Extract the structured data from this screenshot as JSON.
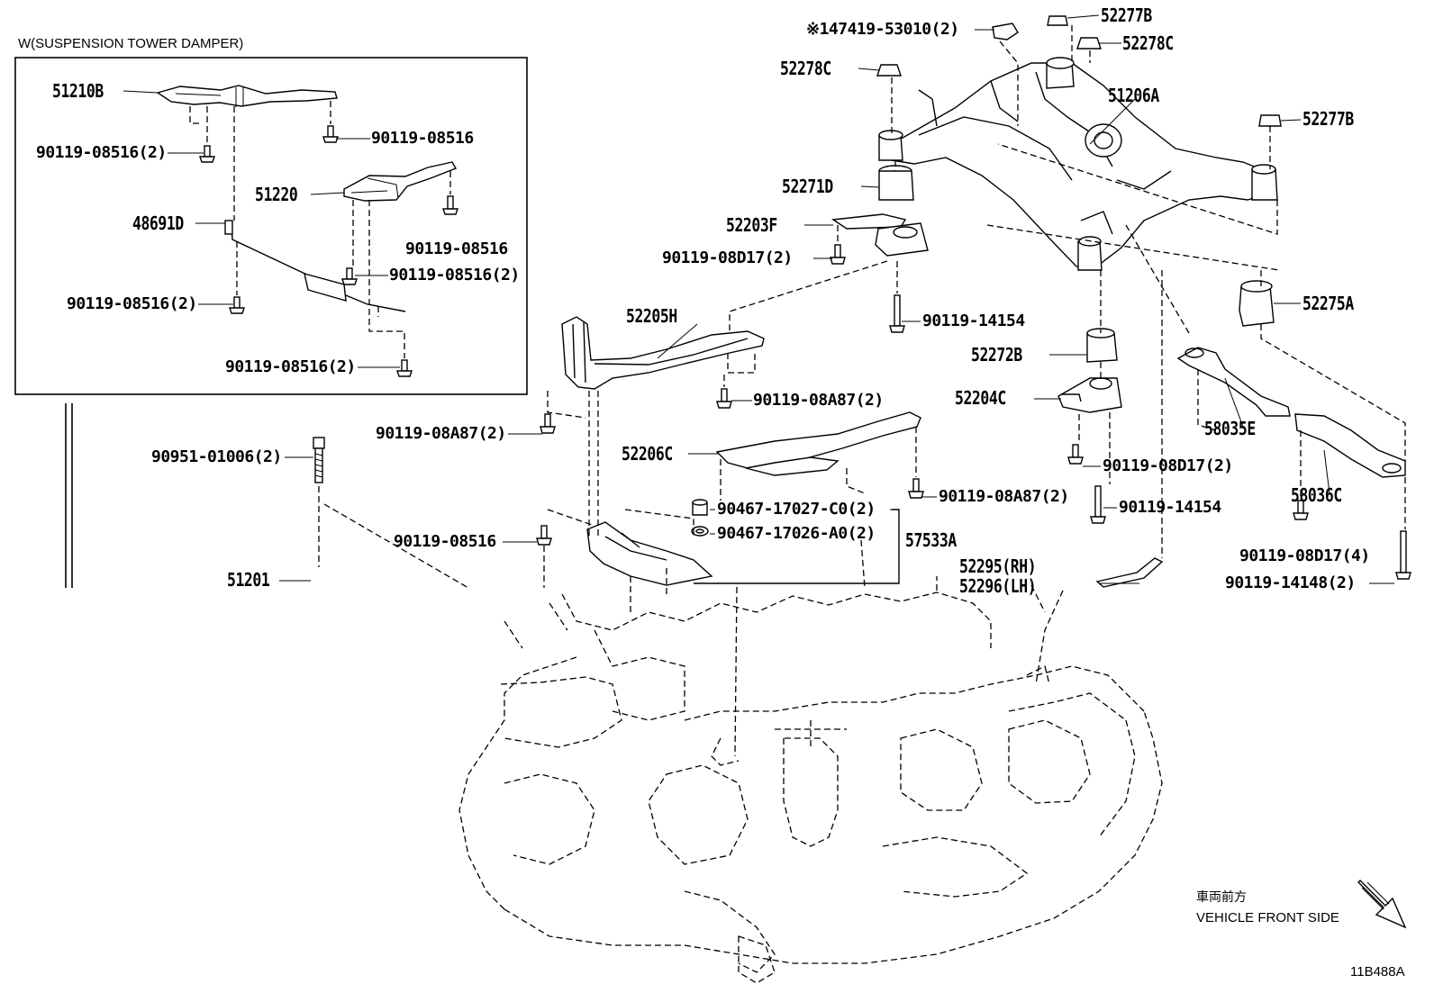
{
  "inset": {
    "title": "W(SUSPENSION TOWER DAMPER)"
  },
  "labels": {
    "p_51210B": "51210B",
    "p_90119_08516_2_a": "90119-08516(2)",
    "p_90119_08516_a": "90119-08516",
    "p_51220": "51220",
    "p_48691D": "48691D",
    "p_90119_08516_b": "90119-08516",
    "p_90119_08516_2_b": "90119-08516(2)",
    "p_90119_08516_2_c": "90119-08516(2)",
    "p_90119_08516_2_d": "90119-08516(2)",
    "p_147419": "※147419-53010(2)",
    "p_52277B_top": "52277B",
    "p_52278C_right": "52278C",
    "p_52278C_left": "52278C",
    "p_51206A": "51206A",
    "p_52277B_right": "52277B",
    "p_52271D": "52271D",
    "p_52203F": "52203F",
    "p_90119_08D17_2_a": "90119-08D17(2)",
    "p_90119_14154_a": "90119-14154",
    "p_52275A": "52275A",
    "p_52205H": "52205H",
    "p_52272B": "52272B",
    "p_90119_08A87_2_a": "90119-08A87(2)",
    "p_52204C": "52204C",
    "p_58035E": "58035E",
    "p_90119_08A87_2_b": "90119-08A87(2)",
    "p_90951_01006_2": "90951-01006(2)",
    "p_52206C": "52206C",
    "p_90119_08D17_2_b": "90119-08D17(2)",
    "p_58036C": "58036C",
    "p_90119_08A87_2_c": "90119-08A87(2)",
    "p_90467_17027": "90467-17027-C0(2)",
    "p_90119_14154_b": "90119-14154",
    "p_90119_08516_c": "90119-08516",
    "p_90467_17026": "90467-17026-A0(2)",
    "p_57533A": "57533A",
    "p_90119_08D17_4": "90119-08D17(4)",
    "p_52295": "52295(RH)",
    "p_52296": "52296(LH)",
    "p_51201": "51201",
    "p_90119_14148_2": "90119-14148(2)"
  },
  "direction": {
    "japanese": "車両前方",
    "english": "VEHICLE FRONT SIDE"
  },
  "figure_code": "11B488A"
}
